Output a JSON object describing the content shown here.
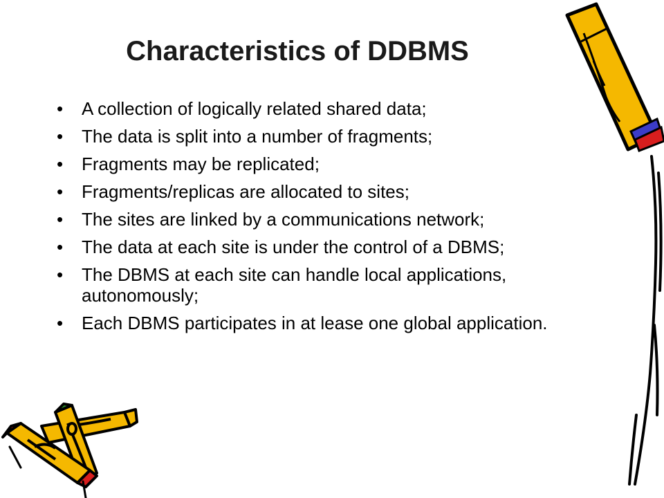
{
  "slide": {
    "title": "Characteristics of DDBMS",
    "bullet_symbol": "•",
    "bullets": [
      "A collection of logically related shared data;",
      "The data is split into a number of fragments;",
      "Fragments may be replicated;",
      "Fragments/replicas are allocated to sites;",
      "The sites are linked by a communications network;",
      "The data at each site is under the control of a DBMS;",
      "The DBMS at each site can handle local applications, autonomously;",
      "Each DBMS participates in at lease one global application."
    ]
  },
  "colors": {
    "pencil_body": "#f5b800",
    "pencil_outline": "#000000",
    "pencil_stripe_red": "#d81e1e",
    "pencil_stripe_blue": "#3c3cc8",
    "pencil_eraser_green": "#2e9e2e"
  },
  "icons": [
    "pencil-icon-right",
    "pencil-icon-bottom-left"
  ]
}
